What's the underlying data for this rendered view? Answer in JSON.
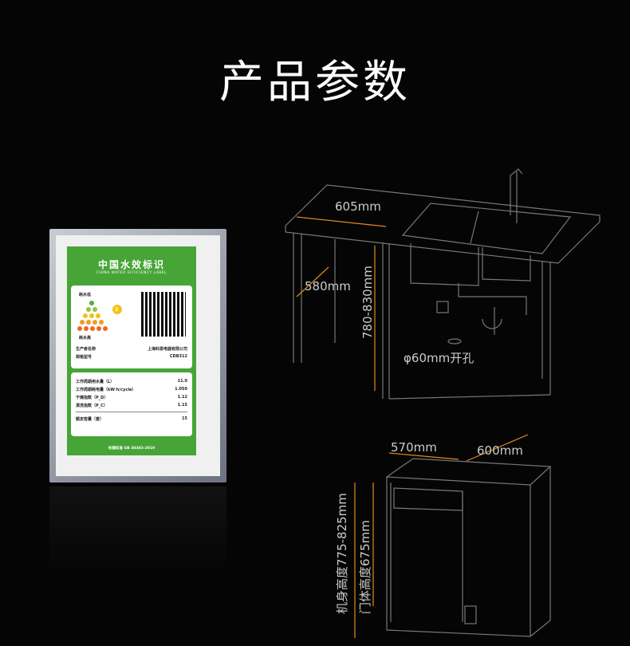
{
  "title": "产品参数",
  "label": {
    "title": "中国水效标识",
    "subtitle": "CHINA WATER EFFICIENCY LABEL",
    "grade_low": "耗水低",
    "grade_high": "耗水高",
    "grade": "3",
    "producer_label": "生产者名称",
    "producer": "上海科恩电器有限公司",
    "model_label": "规格型号",
    "model": "CDB312",
    "rows": [
      {
        "k": "工作周期用水量（L）",
        "v": "11.0"
      },
      {
        "k": "工作周期耗电量（kW·h/cycle）",
        "v": "1.050"
      },
      {
        "k": "干燥指数（P_D）",
        "v": "1.12"
      },
      {
        "k": "清洗指数（P_C）",
        "v": "1.15"
      },
      {
        "k": "额定容量（套）",
        "v": "15"
      }
    ],
    "standard": "依据标准 GB 38383-2019"
  },
  "dims": {
    "cabinet_width": "605mm",
    "cabinet_depth": "580mm",
    "cabinet_height": "780-830mm",
    "hole": "φ60mm开孔",
    "machine_width": "570mm",
    "machine_depth": "600mm",
    "machine_height": "机身高度775-825mm",
    "door_height": "门体高度675mm"
  },
  "colors": {
    "label_green": "#47a537",
    "dimension_orange": "#e08a1e"
  }
}
